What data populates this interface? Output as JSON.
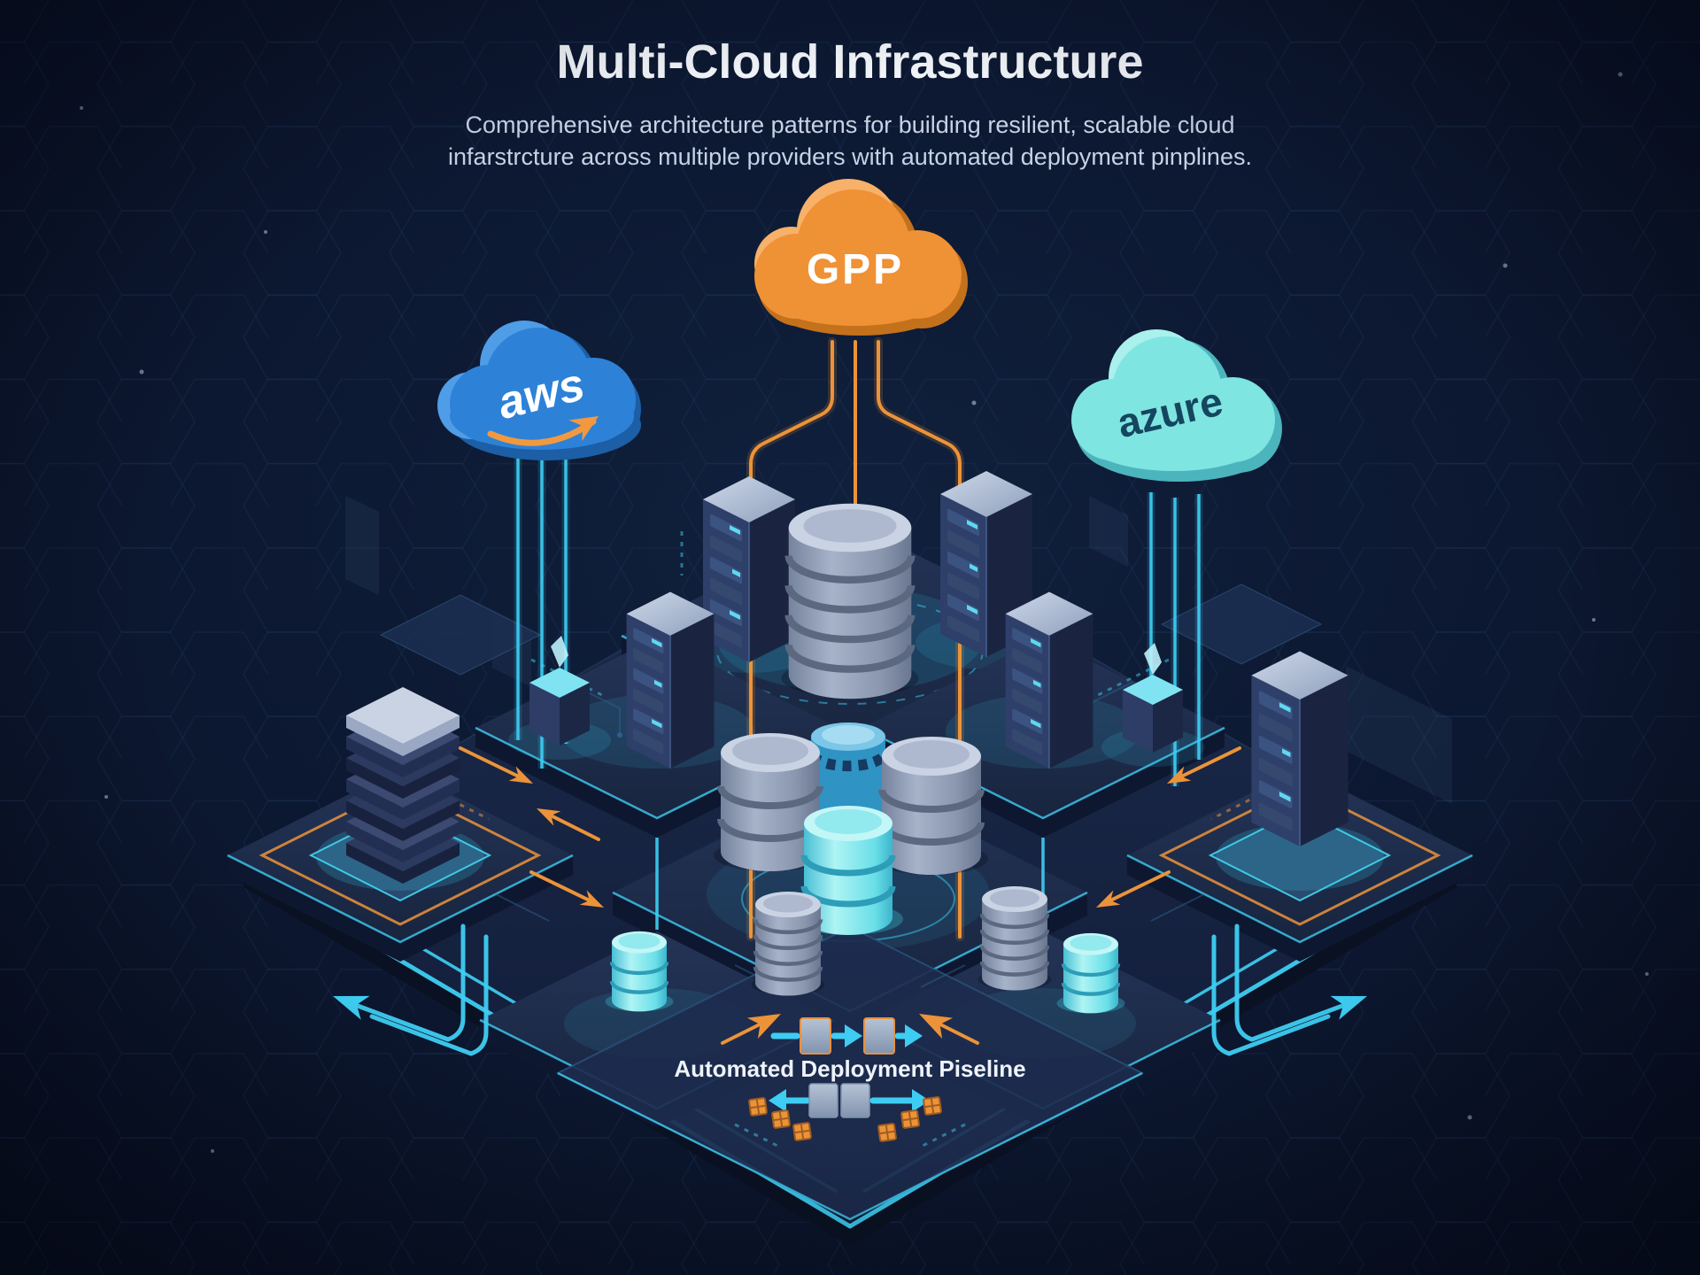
{
  "header": {
    "title": "Multi-Cloud Infrastructure",
    "subtitle_line1": "Comprehensive architecture patterns for building resilient, scalable cloud",
    "subtitle_line2": "infarstrcture across multiple providers with automated deployment pinplines."
  },
  "clouds": {
    "aws": {
      "label": "aws"
    },
    "gpp": {
      "label": "GPP"
    },
    "azure": {
      "label": "azure"
    }
  },
  "pipeline": {
    "label": "Automated Deployment Piseline"
  },
  "colors": {
    "background": "#0a1426",
    "accent_cyan": "#3ecdf2",
    "accent_orange": "#ec9339",
    "aws_blue": "#2d82d8",
    "gpp_orange": "#ef9135",
    "azure_cyan": "#7fe5e1",
    "title_white": "#f4f7fb"
  }
}
